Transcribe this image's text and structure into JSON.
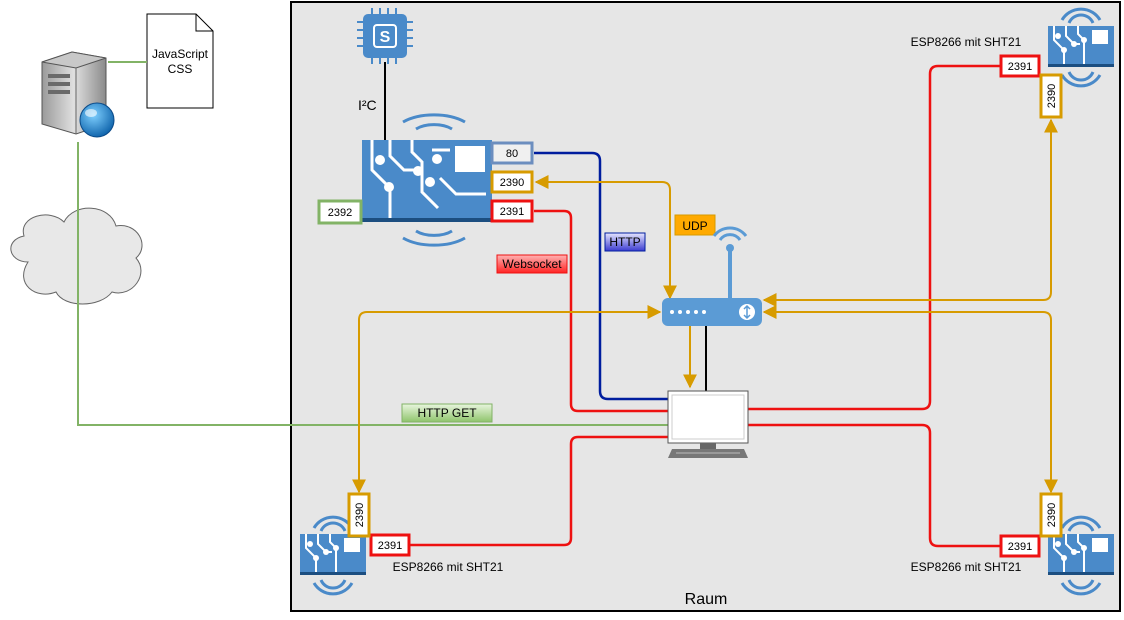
{
  "room": {
    "label": "Raum"
  },
  "server_doc": {
    "line1": "JavaScript",
    "line2": "CSS"
  },
  "i2c": {
    "label": "I²C"
  },
  "hub": {
    "ports": {
      "http": "80",
      "udp": "2390",
      "ws": "2391",
      "client": "2392"
    }
  },
  "sensors": [
    {
      "label": "ESP8266 mit SHT21",
      "ws_port": "2391",
      "udp_port": "2390"
    },
    {
      "label": "ESP8266 mit SHT21",
      "ws_port": "2391",
      "udp_port": "2390"
    },
    {
      "label": "ESP8266 mit SHT21",
      "ws_port": "2391",
      "udp_port": "2390"
    }
  ],
  "protocols": {
    "http": "HTTP",
    "udp": "UDP",
    "websocket": "Websocket",
    "http_get": "HTTP GET"
  },
  "colors": {
    "websocket": "#ee1111",
    "udp": "#d79b00",
    "http": "#001d9e",
    "http_get": "#82b366",
    "esp_blue": "#4a8ac9",
    "esp_dark": "#1c4e80",
    "router": "#5b9bd5"
  }
}
